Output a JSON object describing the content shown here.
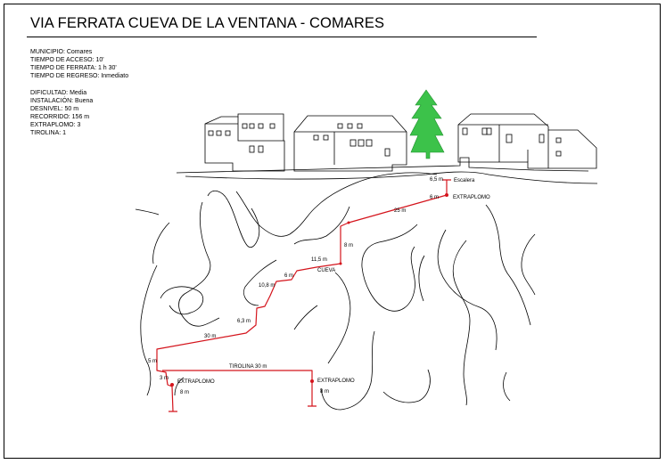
{
  "title": "VIA FERRATA CUEVA DE LA VENTANA - COMARES",
  "info_group1": [
    "MUNICIPIO: Comares",
    "TIEMPO DE ACCESO: 10'",
    "TIEMPO DE FERRATA: 1 h 30'",
    "TIEMPO DE REGRESO: Inmediato"
  ],
  "info_group2": [
    "DIFICULTAD: Media",
    "INSTALACIÓN: Buena",
    "DESNIVEL: 50 m",
    "RECORRIDO: 156 m",
    "EXTRAPLOMO: 3",
    "TIROLINA: 1"
  ],
  "diagram": {
    "escalera": "Escalera",
    "cueva": "CUEVA",
    "extraplomo": "EXTRAPLOMO",
    "tirolina": "TIROLINA 30 m",
    "segments": {
      "s_6_5": "6,5 m",
      "s_6_top": "6 m",
      "s_25": "25 m",
      "s_8_upper": "8 m",
      "s_11_5": "11,5 m",
      "s_6_mid": "6 m",
      "s_10_8": "10,8 m",
      "s_6_3": "6,3 m",
      "s_30": "30 m",
      "s_5": "5 m",
      "s_3": "3 m",
      "s_8_left": "8 m",
      "s_8_right": "8 m"
    }
  },
  "colors": {
    "route": "#d4141c",
    "tree": "#3cc24a",
    "ink": "#000000"
  }
}
